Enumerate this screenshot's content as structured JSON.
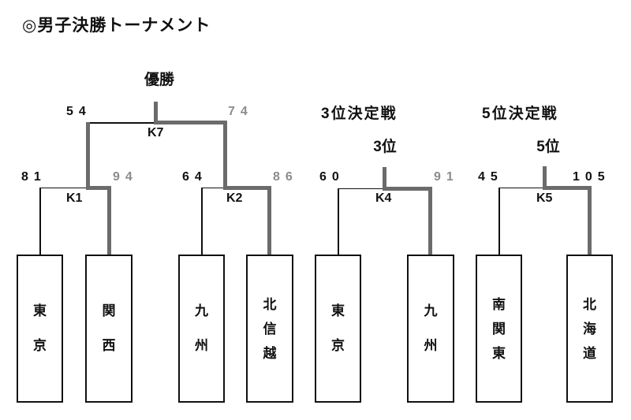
{
  "title": "◎男子決勝トーナメント",
  "champion_label": "優勝",
  "sections": {
    "third_place": {
      "header": "3位決定戦",
      "rank_label": "3位"
    },
    "fifth_place": {
      "header": "5位決定戦",
      "rank_label": "5位"
    }
  },
  "matches": {
    "K7": {
      "label": "K7",
      "left_score": "54",
      "right_score": "74",
      "winner_side": "right"
    },
    "K1": {
      "label": "K1",
      "left_score": "81",
      "right_score": "94",
      "winner_side": "right"
    },
    "K2": {
      "label": "K2",
      "left_score": "64",
      "right_score": "86",
      "winner_side": "right"
    },
    "K4": {
      "label": "K4",
      "left_score": "60",
      "right_score": "91",
      "winner_side": "right"
    },
    "K5": {
      "label": "K5",
      "left_score": "45",
      "right_score": "105",
      "winner_side": "right"
    }
  },
  "teams": [
    "東京",
    "関西",
    "九州",
    "北信越",
    "東京",
    "九州",
    "南関東",
    "北海道"
  ],
  "colors": {
    "text": "#111111",
    "thin_line": "#111111",
    "winner_path": "#6b6b6b",
    "muted_score": "#8c8c8c",
    "background": "#ffffff"
  }
}
